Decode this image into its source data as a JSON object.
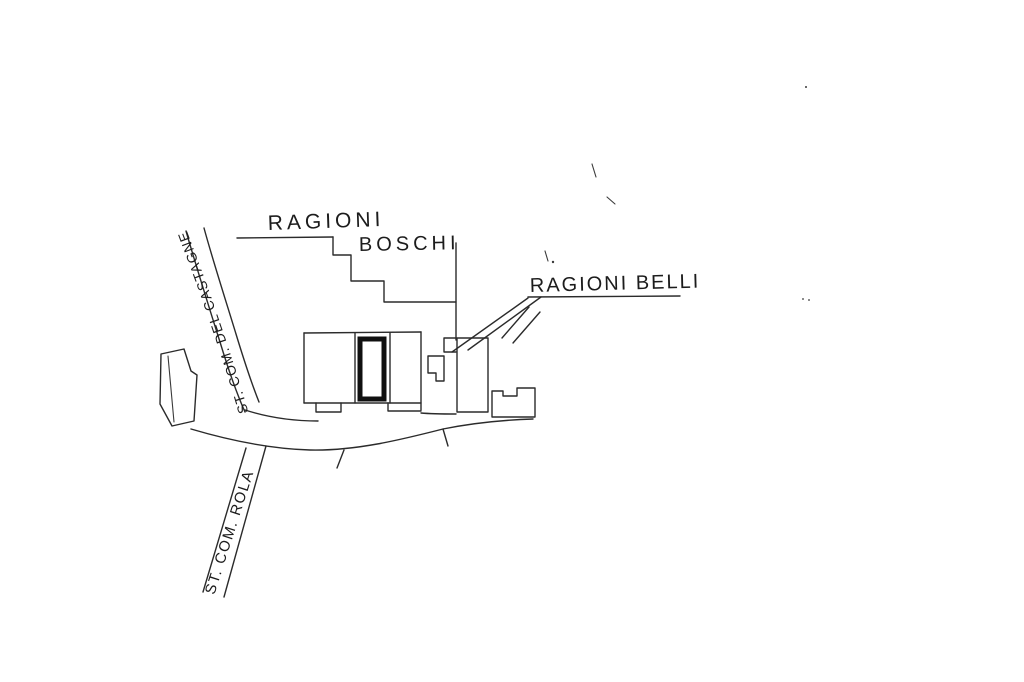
{
  "map": {
    "type": "hand-drawn cadastral site plan (scanned)",
    "labels": {
      "parcel_top_line1": "RAGIONI",
      "parcel_top_line2": "BOSCHI",
      "parcel_right": "RAGIONI BELLI",
      "road_castagne": "ST. COM. DEL CASTAGNE",
      "road_rola": "ST. COM. ROLA"
    },
    "features": {
      "subject_parcel": "building unit outlined with thick black rectangle",
      "roads": [
        "ST. COM. DEL CASTAGNE",
        "ST. COM. ROLA"
      ],
      "parcel_owners": [
        "RAGIONI BOSCHI",
        "RAGIONI BELLI"
      ]
    },
    "colors": {
      "ink": "#2b2b2b",
      "highlight_ink": "#101010",
      "paper": "#ffffff"
    }
  }
}
